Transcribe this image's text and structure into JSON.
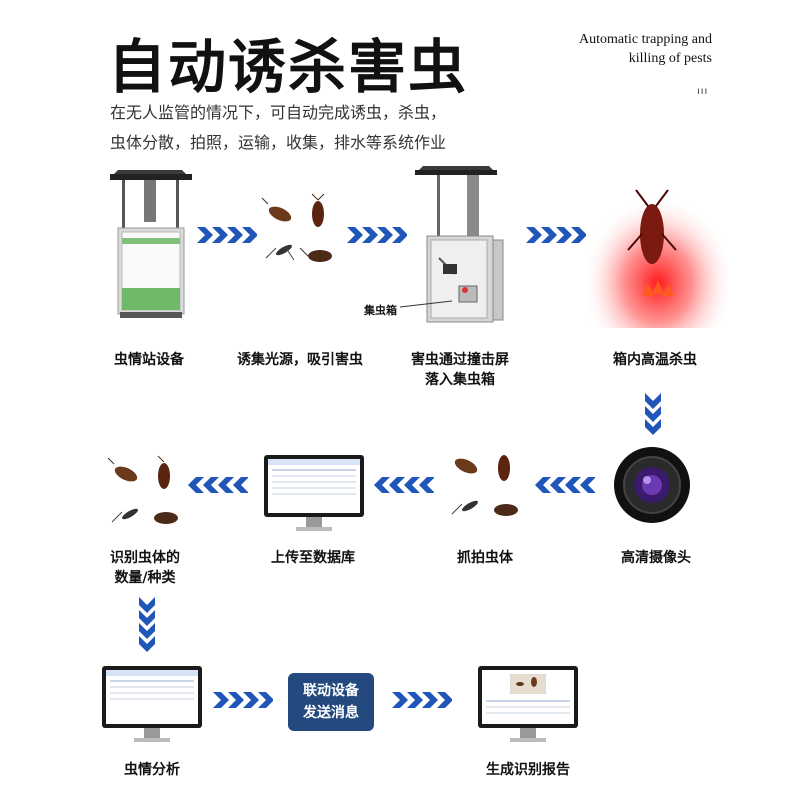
{
  "header": {
    "title": "自动诱杀害虫",
    "subtitle_en_line1": "Automatic trapping and",
    "subtitle_en_line2": "killing of pests",
    "mark": "ııı",
    "desc_line1": "在无人监管的情况下，可自动完成诱虫，杀虫，",
    "desc_line2": "虫体分散，拍照，运输，收集，排水等系统作业"
  },
  "steps": {
    "station": "虫情站设备",
    "lure": "诱集光源，吸引害虫",
    "collect_line1": "害虫通过撞击屏",
    "collect_line2": "落入集虫箱",
    "collector_tag": "集虫箱",
    "heat": "箱内高温杀虫",
    "camera": "高清摄像头",
    "snapshot": "抓拍虫体",
    "upload": "上传至数据库",
    "identify_line1": "识别虫体的",
    "identify_line2": "数量/种类",
    "analysis": "虫情分析",
    "message_line1": "联动设备",
    "message_line2": "发送消息",
    "report": "生成识别报告"
  },
  "colors": {
    "arrow": "#1f56b8",
    "message_box": "#23497f",
    "heat_glow": "#ff2a2a"
  }
}
